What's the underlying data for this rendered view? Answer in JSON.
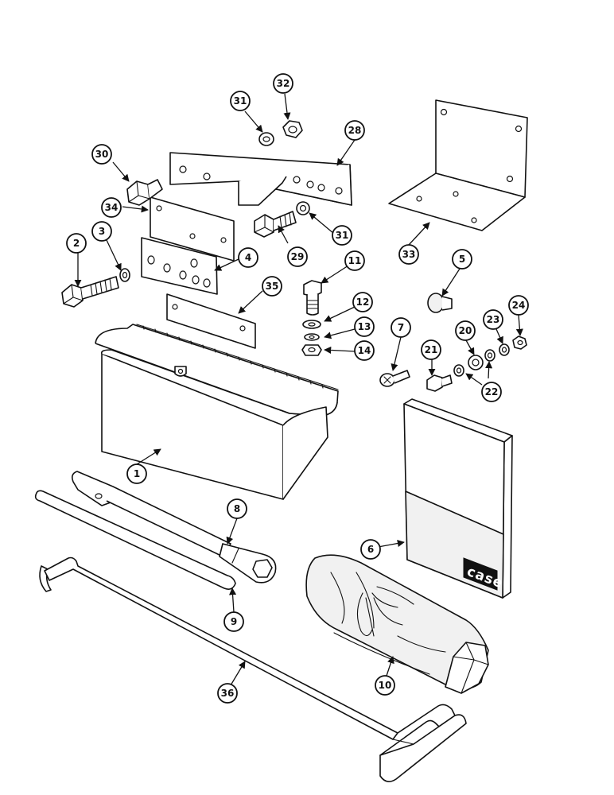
{
  "diagram": {
    "brand_label": "case",
    "callouts": [
      "1",
      "2",
      "3",
      "4",
      "5",
      "6",
      "7",
      "8",
      "9",
      "10",
      "11",
      "12",
      "13",
      "14",
      "20",
      "21",
      "22",
      "23",
      "24",
      "28",
      "29",
      "30",
      "31",
      "32",
      "33",
      "34",
      "35",
      "36"
    ]
  }
}
